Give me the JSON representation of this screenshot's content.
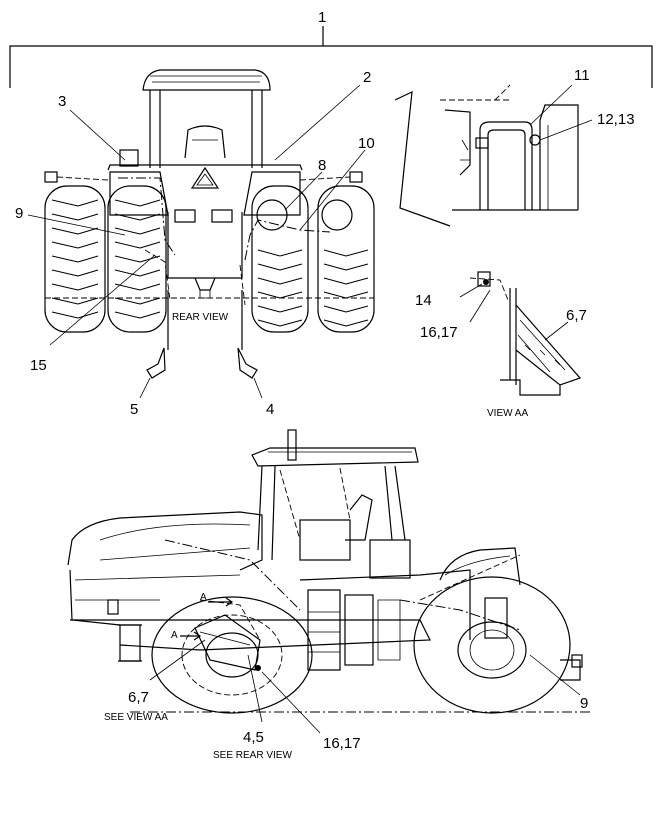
{
  "diagram": {
    "callouts": {
      "assembly": "1",
      "c2": "2",
      "c3": "3",
      "c4_rear": "4",
      "c5": "5",
      "c6_7_view": "6,7",
      "c6_7_side": "6,7",
      "c8": "8",
      "c9_rear": "9",
      "c9_side": "9",
      "c10": "10",
      "c11": "11",
      "c12_13": "12,13",
      "c14": "14",
      "c15": "15",
      "c16_17_view": "16,17",
      "c16_17_side": "16,17",
      "c4_5_side": "4,5"
    },
    "captions": {
      "rear_view": "REAR VIEW",
      "view_aa": "VIEW AA",
      "see_view_aa": "SEE VIEW AA",
      "see_rear_view": "SEE REAR VIEW",
      "section_a_upper": "A",
      "section_a_lower": "A"
    }
  }
}
